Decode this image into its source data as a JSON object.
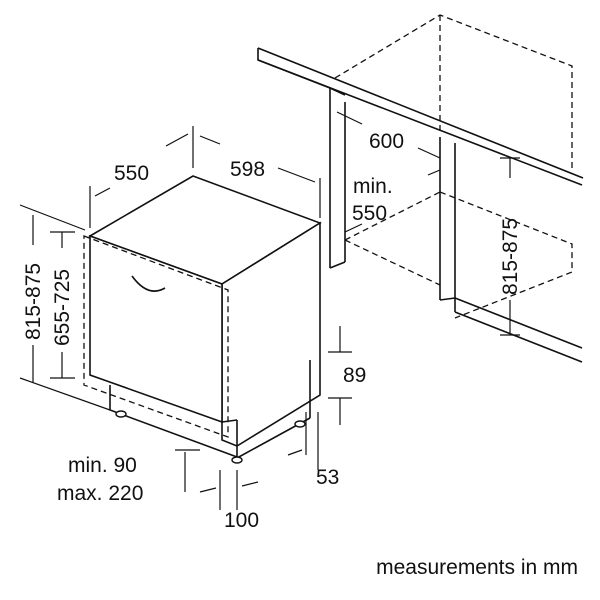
{
  "caption": "measurements in mm",
  "dimensions": {
    "appliance_depth": "550",
    "appliance_width": "598",
    "niche_width": "600",
    "niche_min_depth_line1": "min.",
    "niche_min_depth_line2": "550",
    "niche_height": "815-875",
    "appliance_height_total": "815-875",
    "appliance_height_body": "655-725",
    "plinth_height_line1": "min. 90",
    "plinth_height_line2": "max. 220",
    "plinth_setback": "100",
    "top_clearance": "89",
    "side_gap": "53"
  }
}
